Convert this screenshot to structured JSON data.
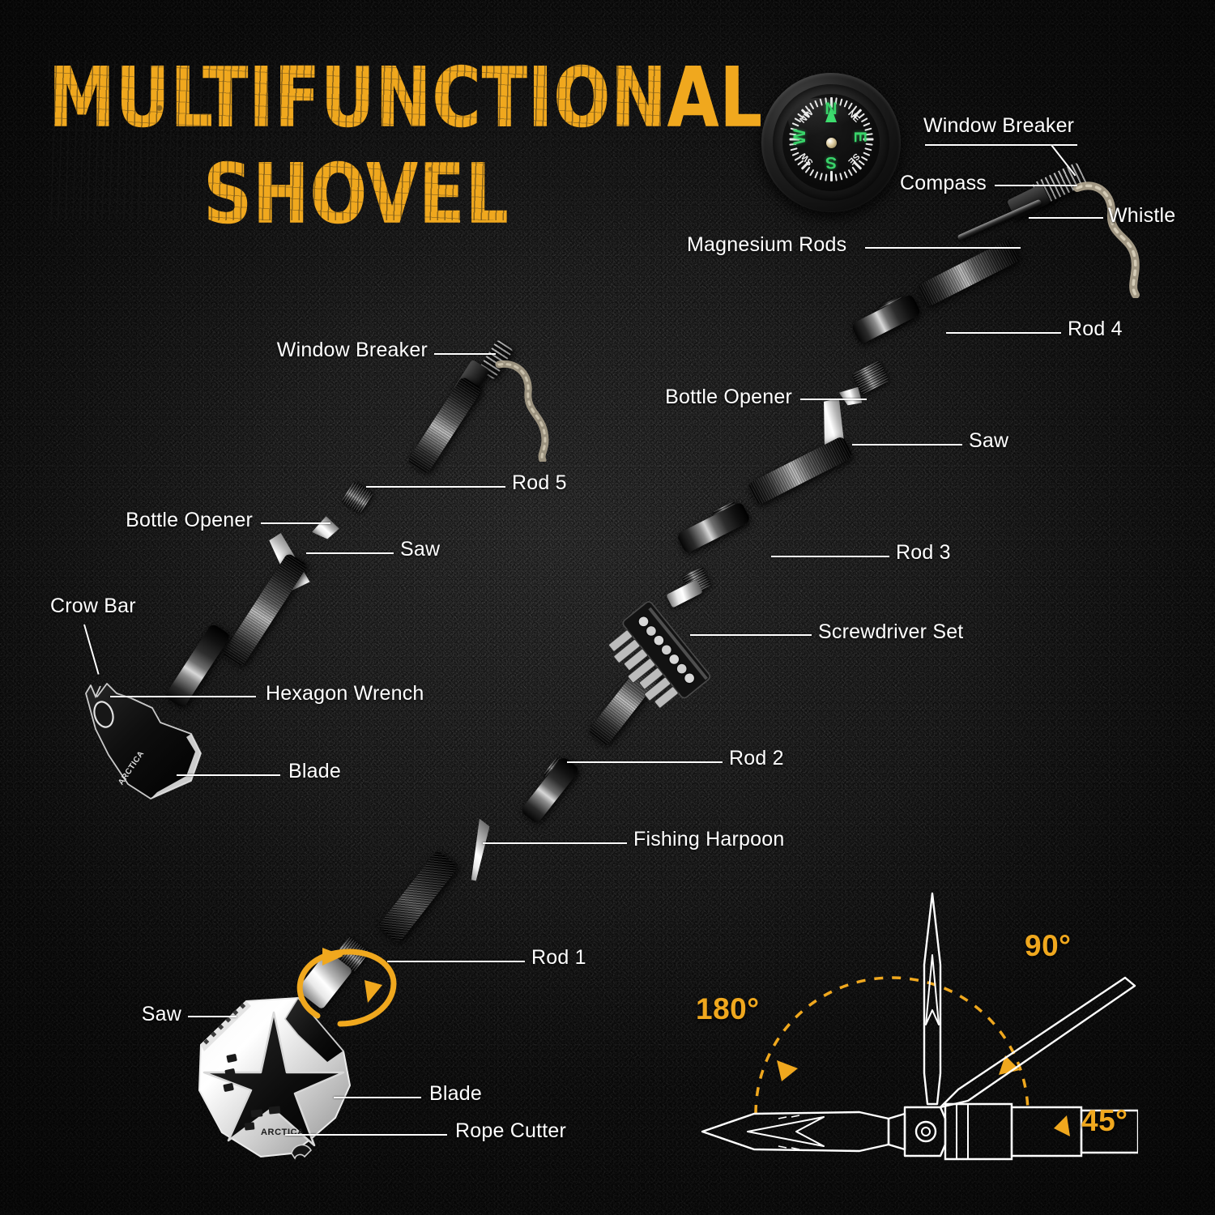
{
  "product": {
    "title_line1": "MULTIFUNCTIONAL",
    "title_line2": "SHOVEL",
    "brand": "ARCTICA",
    "accent_color": "#F0A81E",
    "label_color": "#FFFFFF",
    "background_color": "#1A1A1A"
  },
  "compass": {
    "name": "compass-dial",
    "cardinals": [
      "N",
      "E",
      "S",
      "W"
    ],
    "intercardinals": [
      "NE",
      "SE",
      "SW",
      "NW"
    ],
    "needle_color": "#3DDC6E",
    "letter_color": "#39D46A"
  },
  "callouts": [
    {
      "id": "window-breaker-right",
      "label": "Window Breaker"
    },
    {
      "id": "compass",
      "label": "Compass"
    },
    {
      "id": "whistle",
      "label": "Whistle"
    },
    {
      "id": "magnesium-rods",
      "label": "Magnesium Rods"
    },
    {
      "id": "rod-4",
      "label": "Rod 4"
    },
    {
      "id": "bottle-opener-right",
      "label": "Bottle Opener"
    },
    {
      "id": "saw-right",
      "label": "Saw"
    },
    {
      "id": "rod-3",
      "label": "Rod 3"
    },
    {
      "id": "screwdriver-set",
      "label": "Screwdriver Set"
    },
    {
      "id": "rod-2",
      "label": "Rod 2"
    },
    {
      "id": "fishing-harpoon",
      "label": "Fishing Harpoon"
    },
    {
      "id": "rod-1",
      "label": "Rod 1"
    },
    {
      "id": "window-breaker-left",
      "label": "Window Breaker"
    },
    {
      "id": "rod-5",
      "label": "Rod 5"
    },
    {
      "id": "bottle-opener-left",
      "label": "Bottle Opener"
    },
    {
      "id": "saw-left",
      "label": "Saw"
    },
    {
      "id": "crow-bar",
      "label": "Crow Bar"
    },
    {
      "id": "hexagon-wrench",
      "label": "Hexagon Wrench"
    },
    {
      "id": "blade-axe",
      "label": "Blade"
    },
    {
      "id": "saw-shovel",
      "label": "Saw"
    },
    {
      "id": "blade-shovel",
      "label": "Blade"
    },
    {
      "id": "rope-cutter",
      "label": "Rope Cutter"
    }
  ],
  "angle_diagram": {
    "name": "folding-angle-diagram",
    "angles": [
      "180°",
      "90°",
      "45°"
    ],
    "arc_color": "#F0A81E",
    "outline_color": "#FFFFFF"
  }
}
